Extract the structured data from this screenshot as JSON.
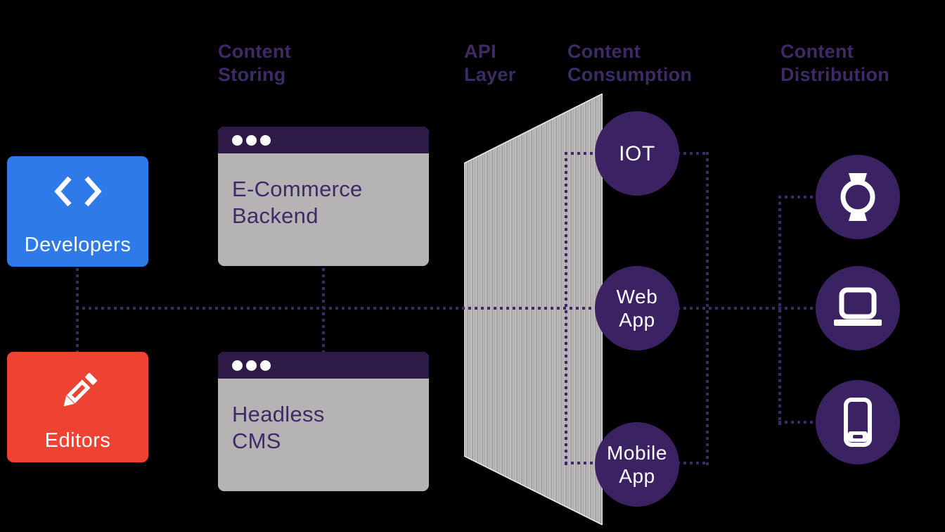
{
  "columns": {
    "storing": "Content\nStoring",
    "api": "API\nLayer",
    "consumption": "Content\nConsumption",
    "distribution": "Content\nDistribution"
  },
  "actors": {
    "developers": {
      "label": "Developers",
      "icon": "code-icon"
    },
    "editors": {
      "label": "Editors",
      "icon": "pencil-icon"
    }
  },
  "storing": {
    "windows": [
      {
        "title": "E-Commerce\nBackend"
      },
      {
        "title": "Headless\nCMS"
      }
    ]
  },
  "consumption": {
    "nodes": [
      {
        "label": "IOT"
      },
      {
        "label": "Web\nApp"
      },
      {
        "label": "Mobile\nApp"
      }
    ]
  },
  "distribution": {
    "nodes": [
      {
        "icon": "smartwatch-icon"
      },
      {
        "icon": "laptop-icon"
      },
      {
        "icon": "smartphone-icon"
      }
    ]
  },
  "colors": {
    "background": "#000000",
    "heading_purple": "#3e2b66",
    "node_purple": "#3b2263",
    "titlebar_purple": "#2d1a46",
    "developers_blue": "#2e7ae8",
    "editors_red": "#ee4233",
    "window_gray": "#b5b3b4",
    "funnel_gray": "#b3b1b2",
    "connector_purple": "#3d2966"
  }
}
